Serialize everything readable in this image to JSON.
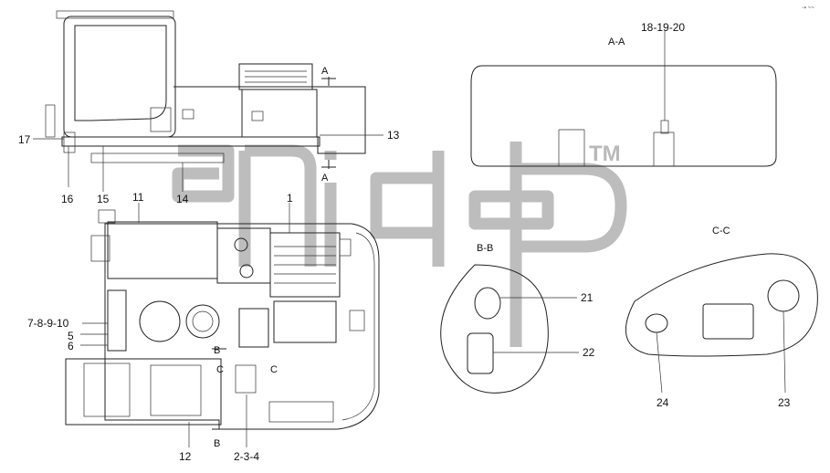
{
  "watermark": {
    "mark": "TM"
  },
  "corner_note": "⇢ ~~",
  "sections": {
    "aa": "A-A",
    "bb": "B-B",
    "cc": "C-C"
  },
  "section_markers": {
    "a_top": "A",
    "a_bottom": "A",
    "b_upper": "B",
    "b_lower": "B",
    "c_left": "C",
    "c_right": "C"
  },
  "callouts": {
    "c1": "1",
    "c2_3_4": "2-3-4",
    "c5": "5",
    "c6": "6",
    "c7_8_9_10": "7-8-9-10",
    "c11": "11",
    "c12": "12",
    "c13": "13",
    "c14": "14",
    "c15": "15",
    "c16": "16",
    "c17": "17",
    "c18_19_20": "18-19-20",
    "c21": "21",
    "c22": "22",
    "c23": "23",
    "c24": "24"
  }
}
